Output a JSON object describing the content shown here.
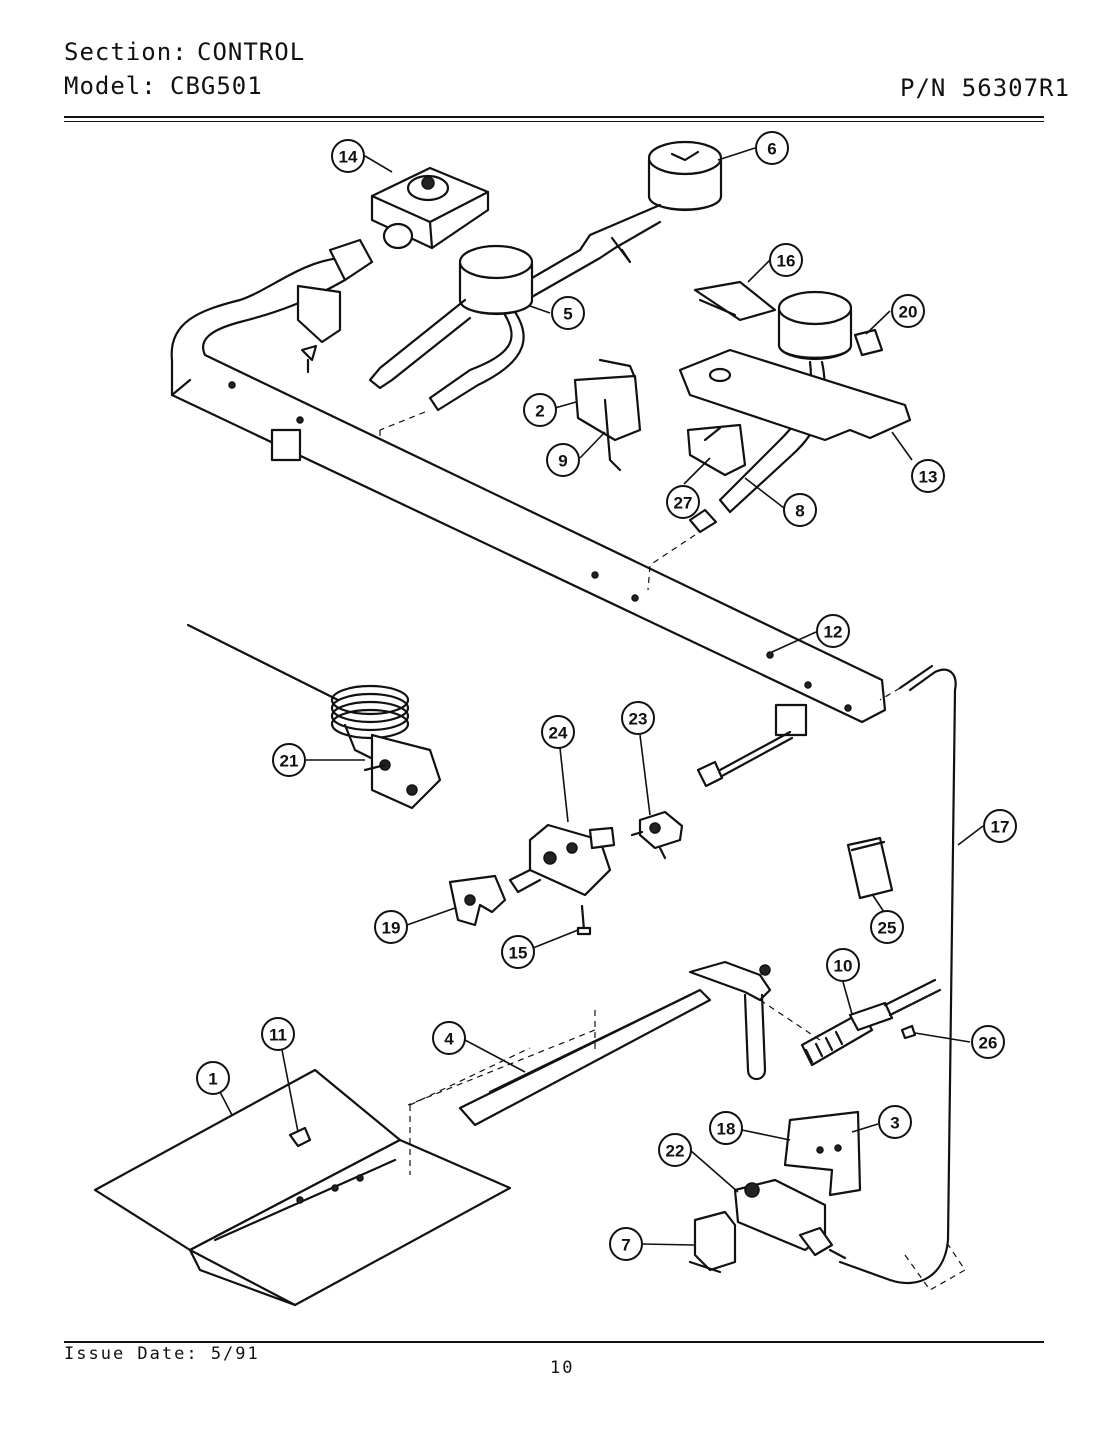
{
  "header": {
    "section_label": "Section:",
    "section_value": "CONTROL",
    "model_label": "Model:",
    "model_value": "CBG501",
    "part_number": "P/N 56307R1"
  },
  "footer": {
    "issue_date": "Issue Date: 5/91",
    "page_number": "10"
  },
  "callouts": [
    "1",
    "2",
    "3",
    "4",
    "5",
    "6",
    "7",
    "8",
    "9",
    "10",
    "11",
    "12",
    "13",
    "14",
    "15",
    "16",
    "17",
    "18",
    "19",
    "20",
    "21",
    "22",
    "23",
    "24",
    "25",
    "26",
    "27"
  ]
}
